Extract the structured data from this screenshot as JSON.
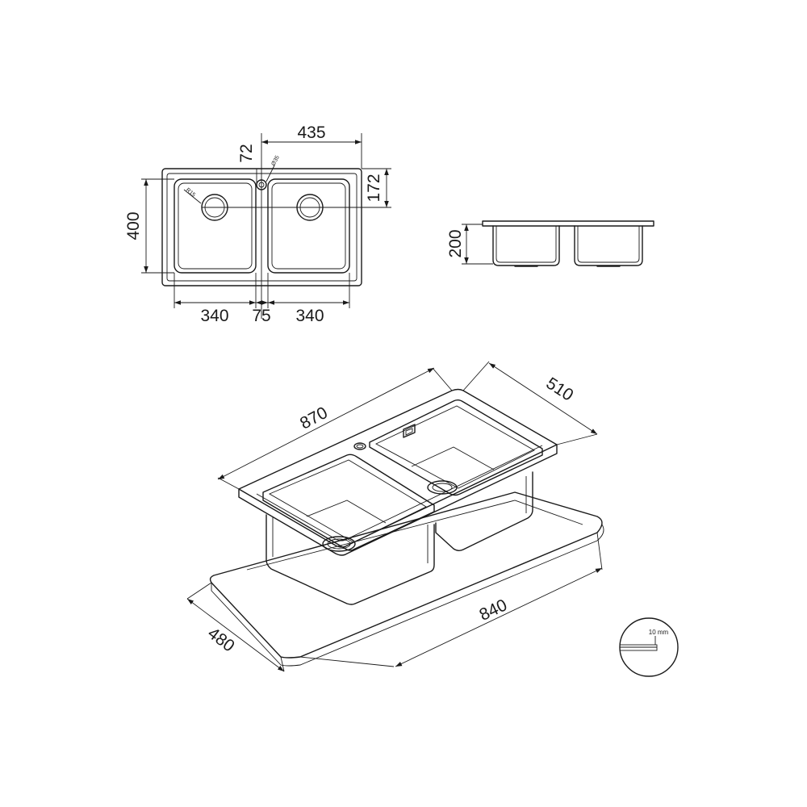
{
  "top_view": {
    "dim_overall_depth": "400",
    "dim_bowl_width_left": "340",
    "dim_center_gap": "75",
    "dim_bowl_width_right": "340",
    "dim_half_width": "435",
    "dim_tap_offset": "72",
    "dim_drain_offset": "172",
    "dim_tap_hole_diameter": "Ø35",
    "dim_corner_radius": "R15"
  },
  "side_view": {
    "dim_bowl_depth": "200"
  },
  "iso_view": {
    "dim_sink_length": "870",
    "dim_sink_depth": "510",
    "dim_cutout_length": "840",
    "dim_cutout_depth": "480"
  },
  "detail": {
    "dim_thickness": "10 mm"
  }
}
